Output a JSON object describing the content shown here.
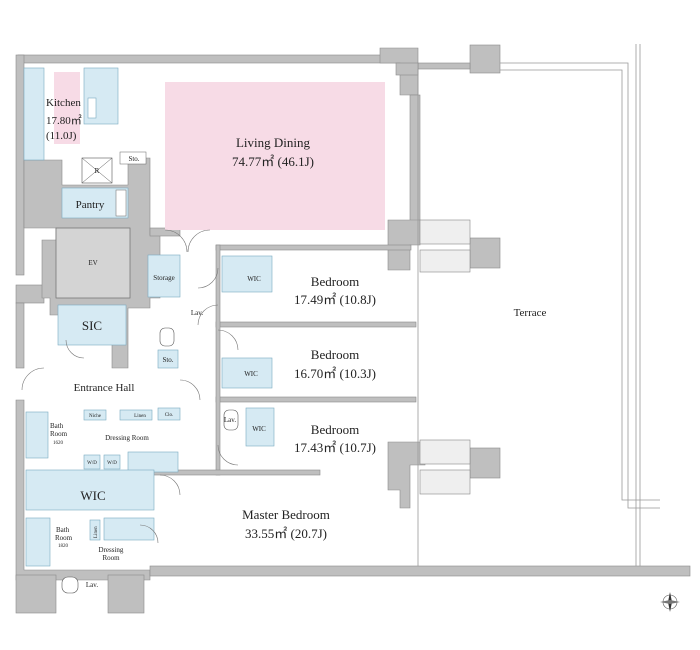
{
  "rooms": {
    "kitchen": {
      "name": "Kitchen",
      "area": "17.80㎡",
      "jo": "(11.0J)"
    },
    "living": {
      "name": "Living Dining",
      "area": "74.77㎡ (46.1J)"
    },
    "bedroom1": {
      "name": "Bedroom",
      "area": "17.49㎡ (10.8J)"
    },
    "bedroom2": {
      "name": "Bedroom",
      "area": "16.70㎡ (10.3J)"
    },
    "bedroom3": {
      "name": "Bedroom",
      "area": "17.43㎡ (10.7J)"
    },
    "master": {
      "name": "Master Bedroom",
      "area": "33.55㎡ (20.7J)"
    },
    "terrace": {
      "name": "Terrace"
    },
    "pantry": {
      "name": "Pantry"
    },
    "ev": {
      "name": "EV"
    },
    "sic": {
      "name": "SIC"
    },
    "storage": {
      "name": "Storage"
    },
    "lav1": {
      "name": "Lav."
    },
    "lav2": {
      "name": "Lav."
    },
    "lav3": {
      "name": "Lav."
    },
    "sto1": {
      "name": "Sto."
    },
    "sto2": {
      "name": "Sto."
    },
    "entrance": {
      "name": "Entrance Hall"
    },
    "wic1": {
      "name": "WIC"
    },
    "wic2": {
      "name": "WIC"
    },
    "wic3": {
      "name": "WIC"
    },
    "wic_big": {
      "name": "WIC"
    },
    "bath1": {
      "name": "Bath",
      "name2": "Room",
      "size": "1620"
    },
    "bath2": {
      "name": "Bath",
      "name2": "Room",
      "size": "1820"
    },
    "dressing1": {
      "name": "Dressing Room"
    },
    "dressing2": {
      "name": "Dressing",
      "name2": "Room"
    },
    "niche": {
      "name": "Niche"
    },
    "linen1": {
      "name": "Linen"
    },
    "linen2": {
      "name": "Linen"
    },
    "clo": {
      "name": "Clo."
    },
    "fridge": {
      "name": "R"
    },
    "washer1": {
      "name": "W/D"
    },
    "washer2": {
      "name": "W/D"
    }
  },
  "colors": {
    "wall": "#bfbfbf",
    "fixture": "#d6eaf3",
    "living_highlight": "#f7dbe6",
    "ev_fill": "#d4d4d4"
  },
  "compass": {
    "icon": "compass-rose-icon"
  }
}
